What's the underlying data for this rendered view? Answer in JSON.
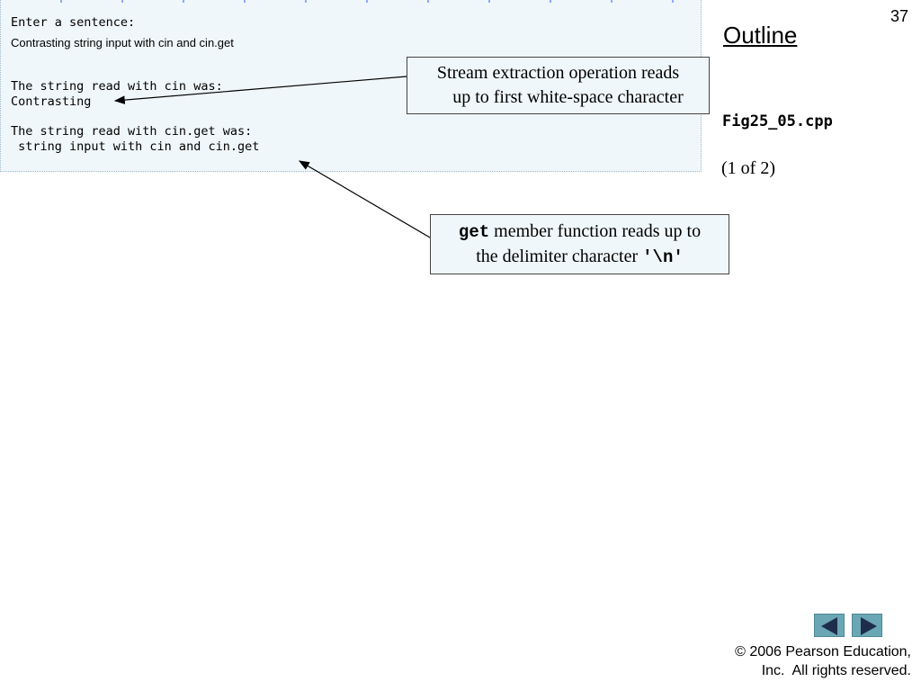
{
  "slide": {
    "number": "37",
    "outline_title": "Outline",
    "file_name": "Fig25_05.cpp",
    "page_indicator": "(1 of 2)",
    "copyright_line1": "© 2006 Pearson Education,",
    "copyright_line2": "Inc.  All rights reserved."
  },
  "output": {
    "prompt": "Enter a sentence:",
    "input_text": "Contrasting string input with cin and cin.get",
    "cin_label": "The string read with cin was:",
    "cin_value": "Contrasting",
    "get_label": "The string read with cin.get was:",
    "get_value": " string input with cin and cin.get"
  },
  "callouts": {
    "stream": {
      "line1": "Stream extraction operation reads",
      "line2": "up to first white-space character"
    },
    "get": {
      "code1": "get",
      "text1": " member function reads up to",
      "text2": "the delimiter character ",
      "code2": "'\\n'"
    }
  },
  "navigation": {
    "prev_icon": "triangle-left-icon",
    "next_icon": "triangle-right-icon"
  },
  "colors": {
    "panel_background": "#f0f7fa",
    "nav_button": "#6aa6b3"
  }
}
